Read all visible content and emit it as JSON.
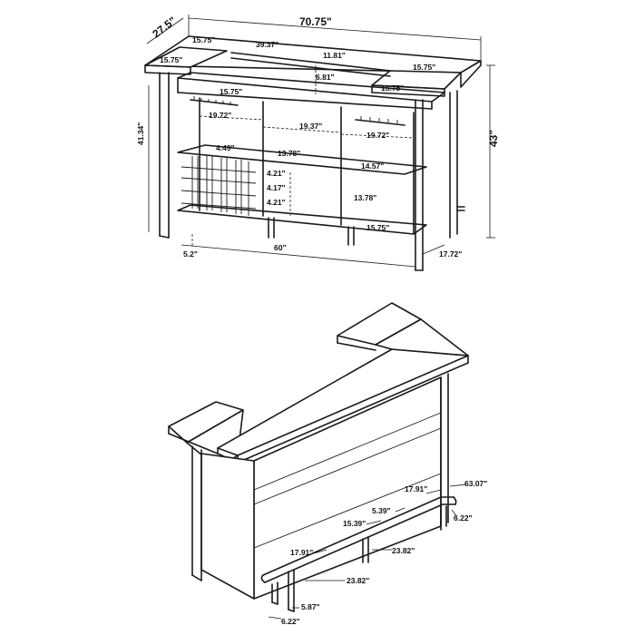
{
  "top_view": {
    "overall_width": "70.75\"",
    "overall_depth": "27.5\"",
    "overall_height": "43\"",
    "body_height": "41.34\"",
    "top_left_width": "15.75\"",
    "top_left_depth": "15.75\"",
    "top_center_width": "39.37\"",
    "top_center_depth": "11.81\"",
    "top_right_width": "15.75\"",
    "top_right_depth": "15.75\"",
    "shelf_left_width": "15.75\"",
    "gap_height": "6.81\"",
    "cell_left_width": "19.72\"",
    "cell_center_width": "19.37\"",
    "cell_right_width": "19.72\"",
    "wine_cell_width": "4.49\"",
    "shelf_height_center": "13.78\"",
    "wine_row_1": "4.21\"",
    "wine_row_2": "4.17\"",
    "wine_row_3": "4.21\"",
    "right_shelf_depth": "14.57\"",
    "right_lower_height": "13.78\"",
    "bottom_depth": "15.75\"",
    "leg_offset": "5.2\"",
    "base_length": "60\"",
    "base_depth": "17.72\""
  },
  "bottom_view": {
    "footrest_total": "63.07\"",
    "footrest_depth_right": "17.91\"",
    "footrest_offset_right": "6.22\"",
    "footrest_height": "5.39\"",
    "footrest_span_a": "15.39\"",
    "footrest_span_b": "23.82\"",
    "footrest_depth_left": "17.91\"",
    "footrest_span_c": "23.82\"",
    "footrest_bottom_height": "5.87\"",
    "footrest_offset_left": "6.22\""
  }
}
